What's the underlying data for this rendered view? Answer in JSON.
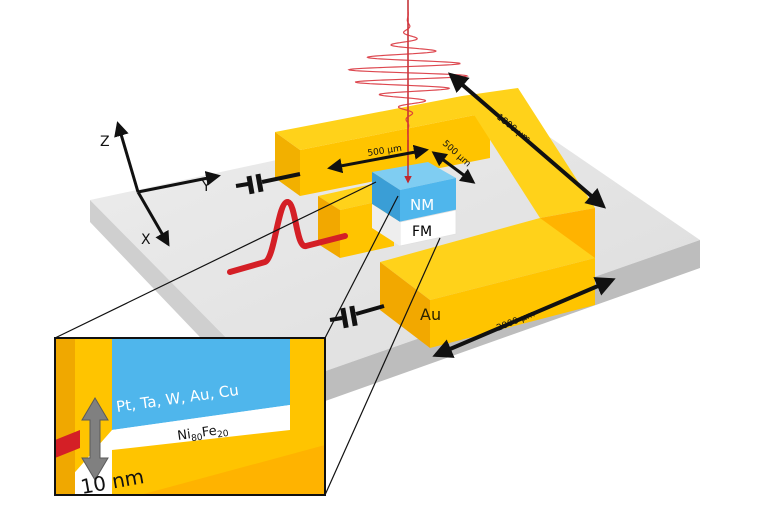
{
  "colors": {
    "gold": "#ffc400",
    "gold_dark": "#f0a800",
    "gold_side": "#ffb000",
    "nm_blue": "#4fb6ec",
    "fm_white": "#ffffff",
    "substrate_top": "#e7e7e7",
    "substrate_side": "#c4c4c4",
    "pulse_red": "#d41f26",
    "laser_red": "#d9333c",
    "arrow": "#111111",
    "gray_arrow": "#808080"
  },
  "labels": {
    "dim_1800": "1800 μm",
    "dim_500_a": "500 μm",
    "dim_500_b": "500 μm",
    "dim_2000": "2000 μm",
    "nm": "NM",
    "fm": "FM",
    "au": "Au",
    "axis_z": "Z",
    "axis_y": "Y",
    "axis_x": "X"
  },
  "inset": {
    "nm_materials": "Pt, Ta, W, Au, Cu",
    "fm_material_base": "Ni",
    "fm_material_sub1": "80",
    "fm_material_mid": "Fe",
    "fm_material_sub2": "20",
    "thickness": "10 nm"
  },
  "icons": [
    "capacitor-icon",
    "double-arrow-icon",
    "laser-pulse-icon",
    "thz-pulse-icon"
  ]
}
